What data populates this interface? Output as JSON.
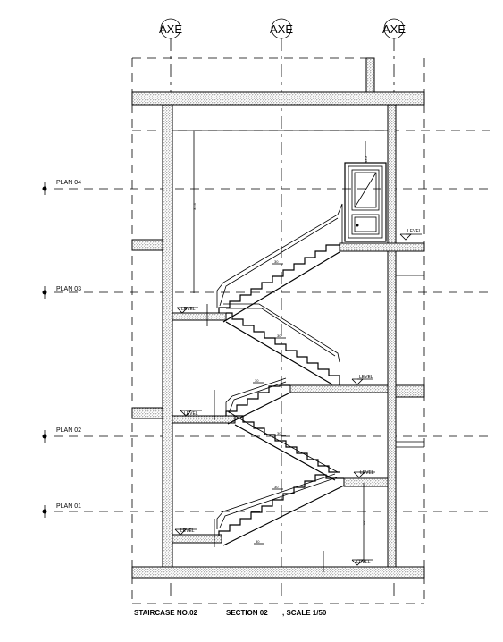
{
  "axes": [
    {
      "label": "AXE"
    },
    {
      "label": "AXE"
    },
    {
      "label": "AXE"
    }
  ],
  "plans": [
    {
      "label": "PLAN 04"
    },
    {
      "label": "PLAN 03"
    },
    {
      "label": "PLAN 02"
    },
    {
      "label": "PLAN 01"
    }
  ],
  "level_tag": "LEVEL",
  "dimensions": {
    "door_height": "43.8",
    "floor_height": "33.4",
    "riser": "30",
    "base_height": "160"
  },
  "caption": {
    "staircase": "STAIRCASE NO.02",
    "section": "SECTION 02",
    "scale": ", SCALE 1/50"
  },
  "colors": {
    "ink": "#000000",
    "hatch": "#7a7a7a",
    "paper": "#ffffff"
  }
}
